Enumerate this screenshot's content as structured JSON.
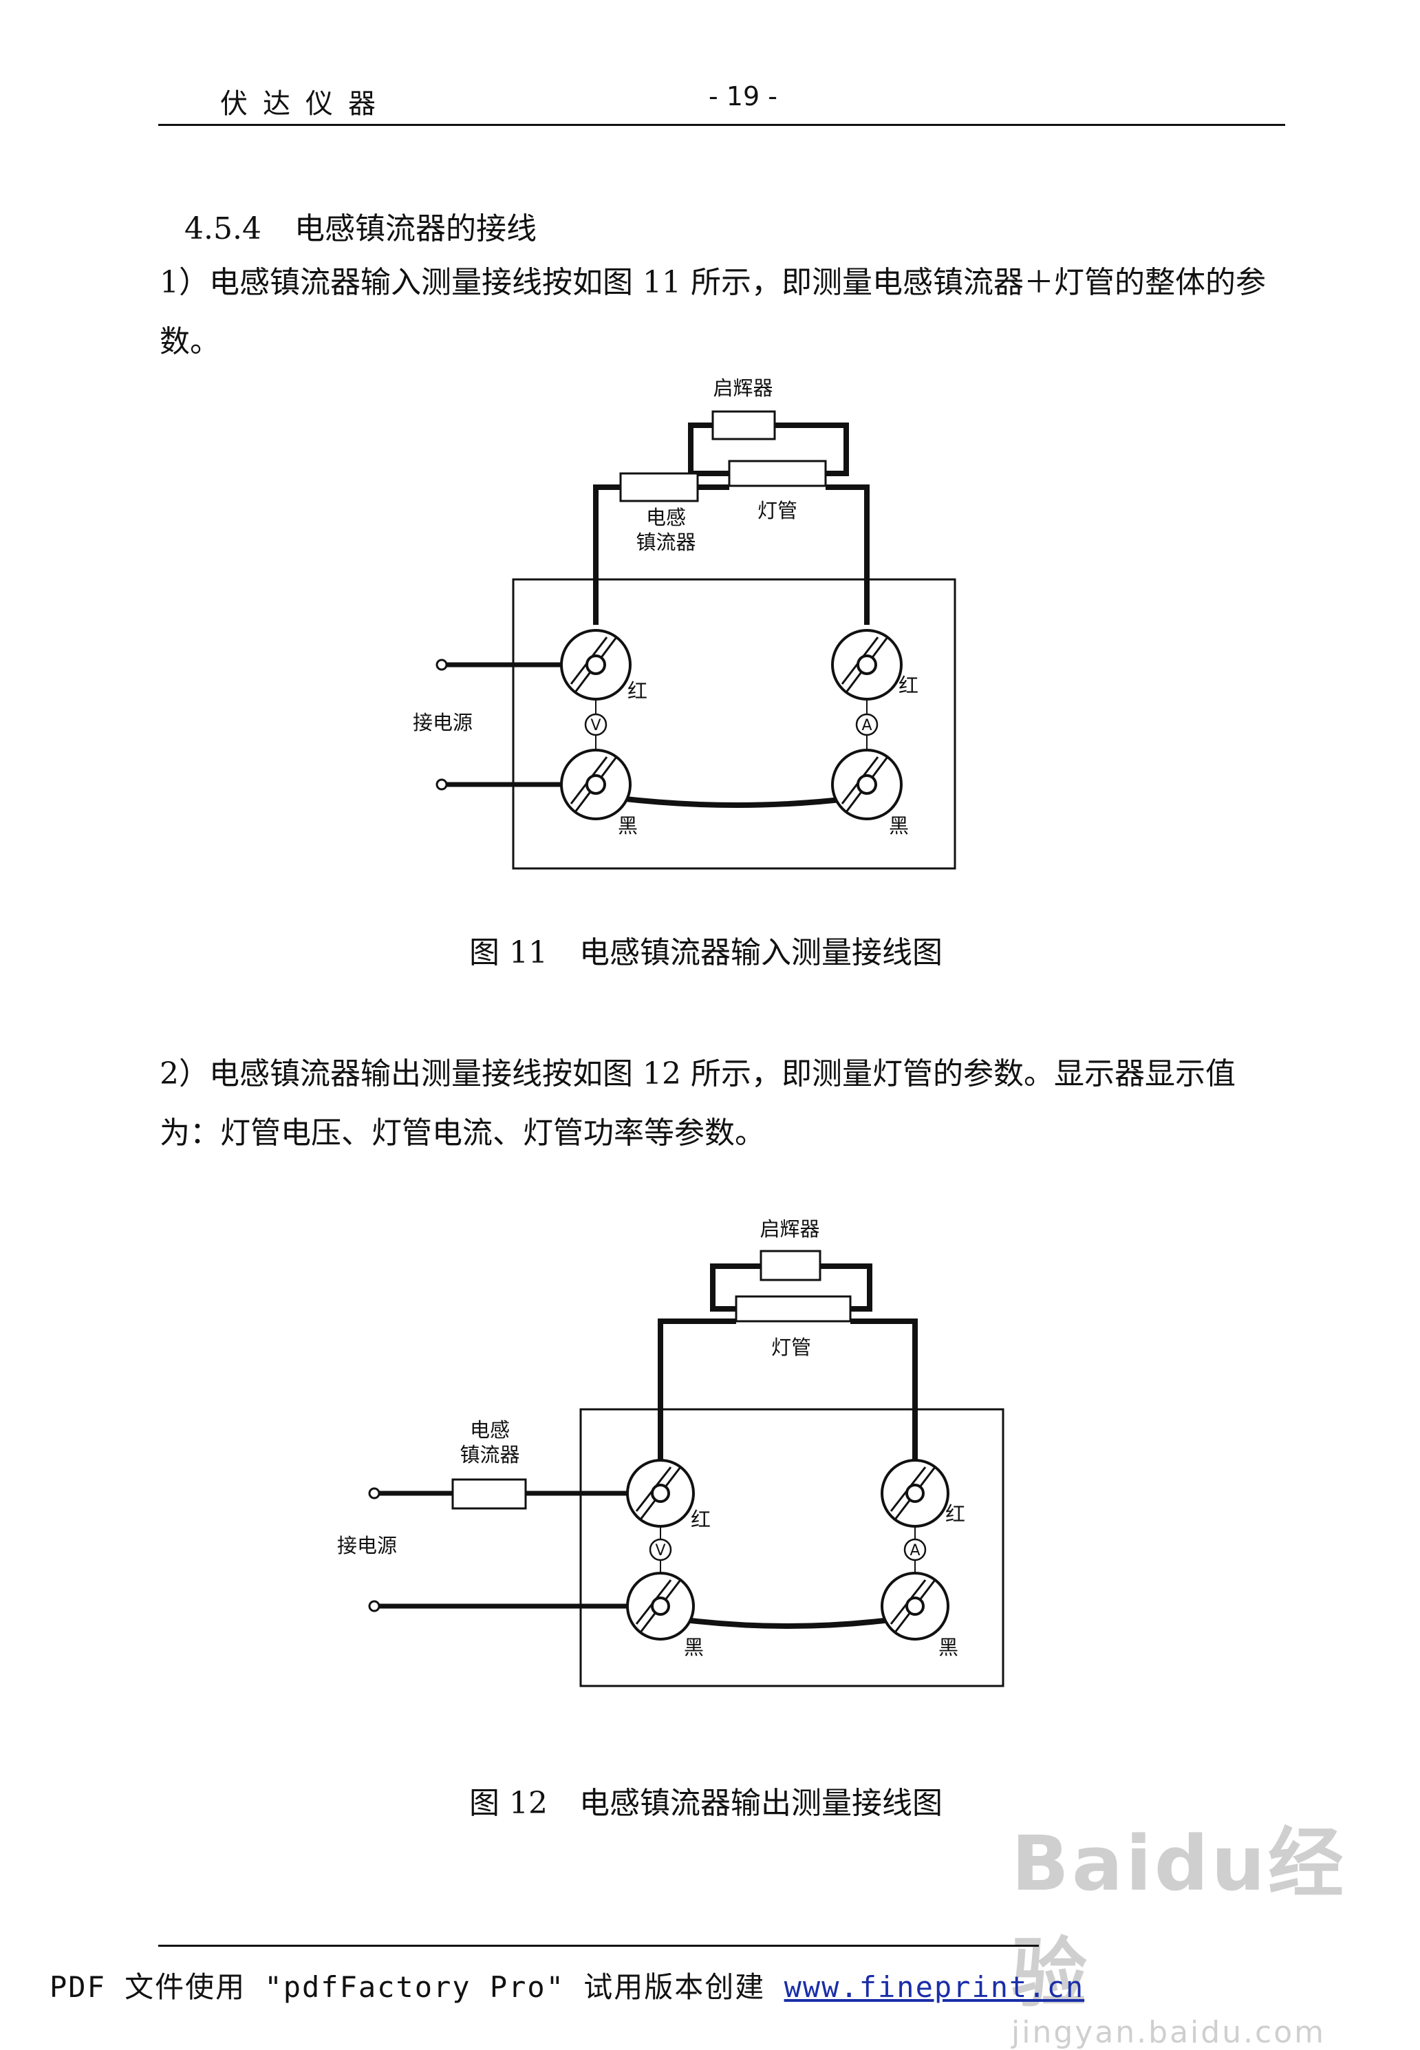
{
  "header": {
    "company": "伏达仪器",
    "page_number": "- 19 -"
  },
  "section": {
    "number": "4.5.4",
    "title": "电感镇流器的接线"
  },
  "paragraph1": "1）电感镇流器输入测量接线按如图 11 所示，即测量电感镇流器＋灯管的整体的参数。",
  "figure1": {
    "caption_number": "图 11",
    "caption_text": "电感镇流器输入测量接线图",
    "labels": {
      "starter": "启辉器",
      "lamp": "灯管",
      "ballast_line1": "电感",
      "ballast_line2": "镇流器",
      "power": "接电源",
      "red_left": "红",
      "red_right": "红",
      "black_left": "黑",
      "black_right": "黑",
      "voltage": "V",
      "current": "A"
    }
  },
  "paragraph2": "2）电感镇流器输出测量接线按如图 12 所示，即测量灯管的参数。显示器显示值为：灯管电压、灯管电流、灯管功率等参数。",
  "figure2": {
    "caption_number": "图 12",
    "caption_text": "电感镇流器输出测量接线图",
    "labels": {
      "starter": "启辉器",
      "lamp": "灯管",
      "ballast_line1": "电感",
      "ballast_line2": "镇流器",
      "power": "接电源",
      "red_left": "红",
      "red_right": "红",
      "black_left": "黑",
      "black_right": "黑",
      "voltage": "V",
      "current": "A"
    }
  },
  "footer": {
    "text": "PDF 文件使用 \"pdfFactory Pro\" 试用版本创建 ",
    "url": "www.fineprint.cn"
  },
  "watermark": {
    "logo": "Baidu经验",
    "url": "jingyan.baidu.com"
  }
}
